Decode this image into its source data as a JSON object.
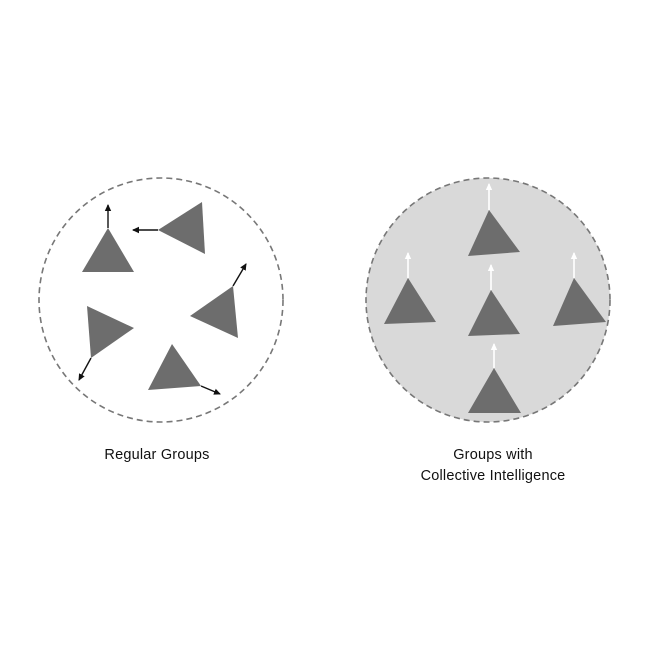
{
  "panels": {
    "regular": {
      "label": "Regular Groups",
      "fill_color": "#ffffff"
    },
    "collective": {
      "label_line1": "Groups with",
      "label_line2": "Collective Intelligence",
      "fill_color": "#d9d9d9"
    }
  },
  "colors": {
    "circle_border": "#777777",
    "agent": "#6d6d6d",
    "arrow_regular": "#111111",
    "arrow_collective": "#ffffff",
    "text": "#111111"
  },
  "icons": {
    "agent": "triangle-agent-icon",
    "heading": "arrow-icon"
  }
}
